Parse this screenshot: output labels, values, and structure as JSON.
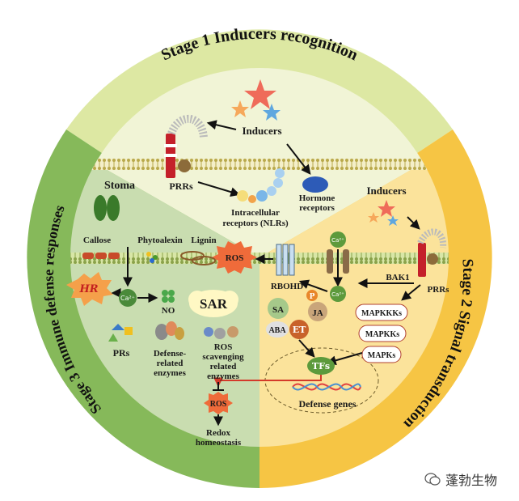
{
  "stages": {
    "stage1": "Stage 1  Inducers recognition",
    "stage2": "Stage 2  Signal transduction",
    "stage3": "Stage 3  Immune defense responses"
  },
  "labels": {
    "inducers_top": "Inducers",
    "prrs_top": "PRRs",
    "nlrs_1": "Intracellular",
    "nlrs_2": "receptors (NLRs)",
    "hormone_1": "Hormone",
    "hormone_2": "receptors",
    "inducers_right": "Inducers",
    "bak1": "BAK1",
    "prrs_right": "PRRs",
    "mapkkks": "MAPKKKs",
    "mapkks": "MAPKKs",
    "mapks": "MAPKs",
    "ca_top": "Ca²⁺",
    "ca_mid": "Ca²⁺",
    "ca_left": "Ca²⁺",
    "rbohd": "RBOHD",
    "p": "P",
    "ja": "JA",
    "sa": "SA",
    "aba": "ABA",
    "et": "ET",
    "tfs": "TFs",
    "defense_genes": "Defense genes",
    "ros_mem": "ROS",
    "stoma": "Stoma",
    "callose": "Callose",
    "phytoalexin": "Phytoalexin",
    "lignin": "Lignin",
    "hr": "HR",
    "no": "NO",
    "sar": "SAR",
    "prs": "PRs",
    "defense_enz_1": "Defense-",
    "defense_enz_2": "related",
    "defense_enz_3": "enzymes",
    "ros_scav_1": "ROS",
    "ros_scav_2": "scavenging",
    "ros_scav_3": "related",
    "ros_scav_4": "enzymes",
    "ros_low": "ROS",
    "redox_1": "Redox",
    "redox_2": "homeostasis"
  },
  "watermark": "蓬勃生物",
  "colors": {
    "stage1_ring": "#dde8a3",
    "stage2_ring": "#f6c544",
    "stage3_ring": "#86b95a",
    "stage1_fill": "#f1f4d6",
    "stage2_fill": "#fbe39b",
    "stage3_fill": "#c9ddb0",
    "arrow_red": "#d43a2a"
  },
  "icons": [
    "star-icon",
    "receptor-icon",
    "stomata-icon",
    "channel-icon",
    "dna-icon",
    "cluster-icon"
  ]
}
